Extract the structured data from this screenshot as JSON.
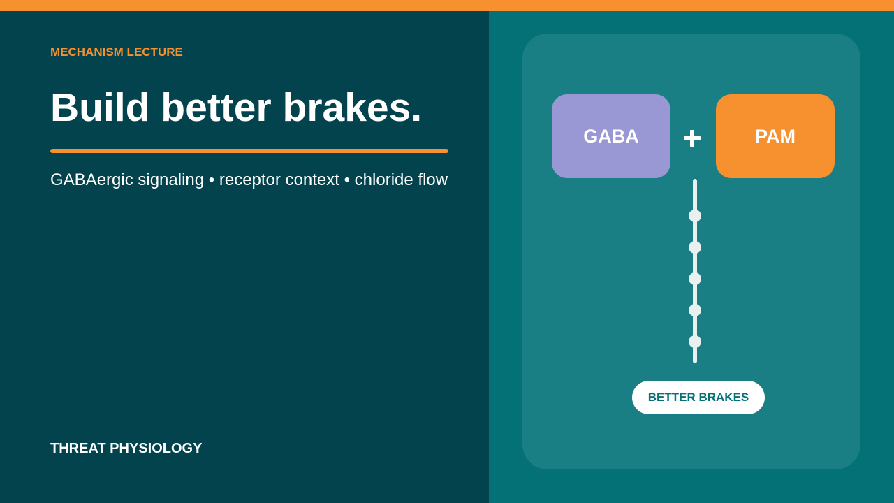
{
  "slide": {
    "eyebrow": "MECHANISM LECTURE",
    "title": "Build better brakes.",
    "subtitle": "GABAergic signaling • receptor context • chloride flow",
    "footer": "THREAT PHYSIOLOGY"
  },
  "diagram": {
    "left_box": "GABA",
    "right_box": "PAM",
    "operator_icon": "plus-icon",
    "result_label": "BETTER BRAKES",
    "chain_nodes": 5
  },
  "colors": {
    "accent_orange": "#f7912f",
    "dark_teal": "#02434e",
    "teal": "#037176",
    "card_teal": "#1a7f84",
    "lavender": "#9a98d4",
    "white": "#ffffff"
  }
}
